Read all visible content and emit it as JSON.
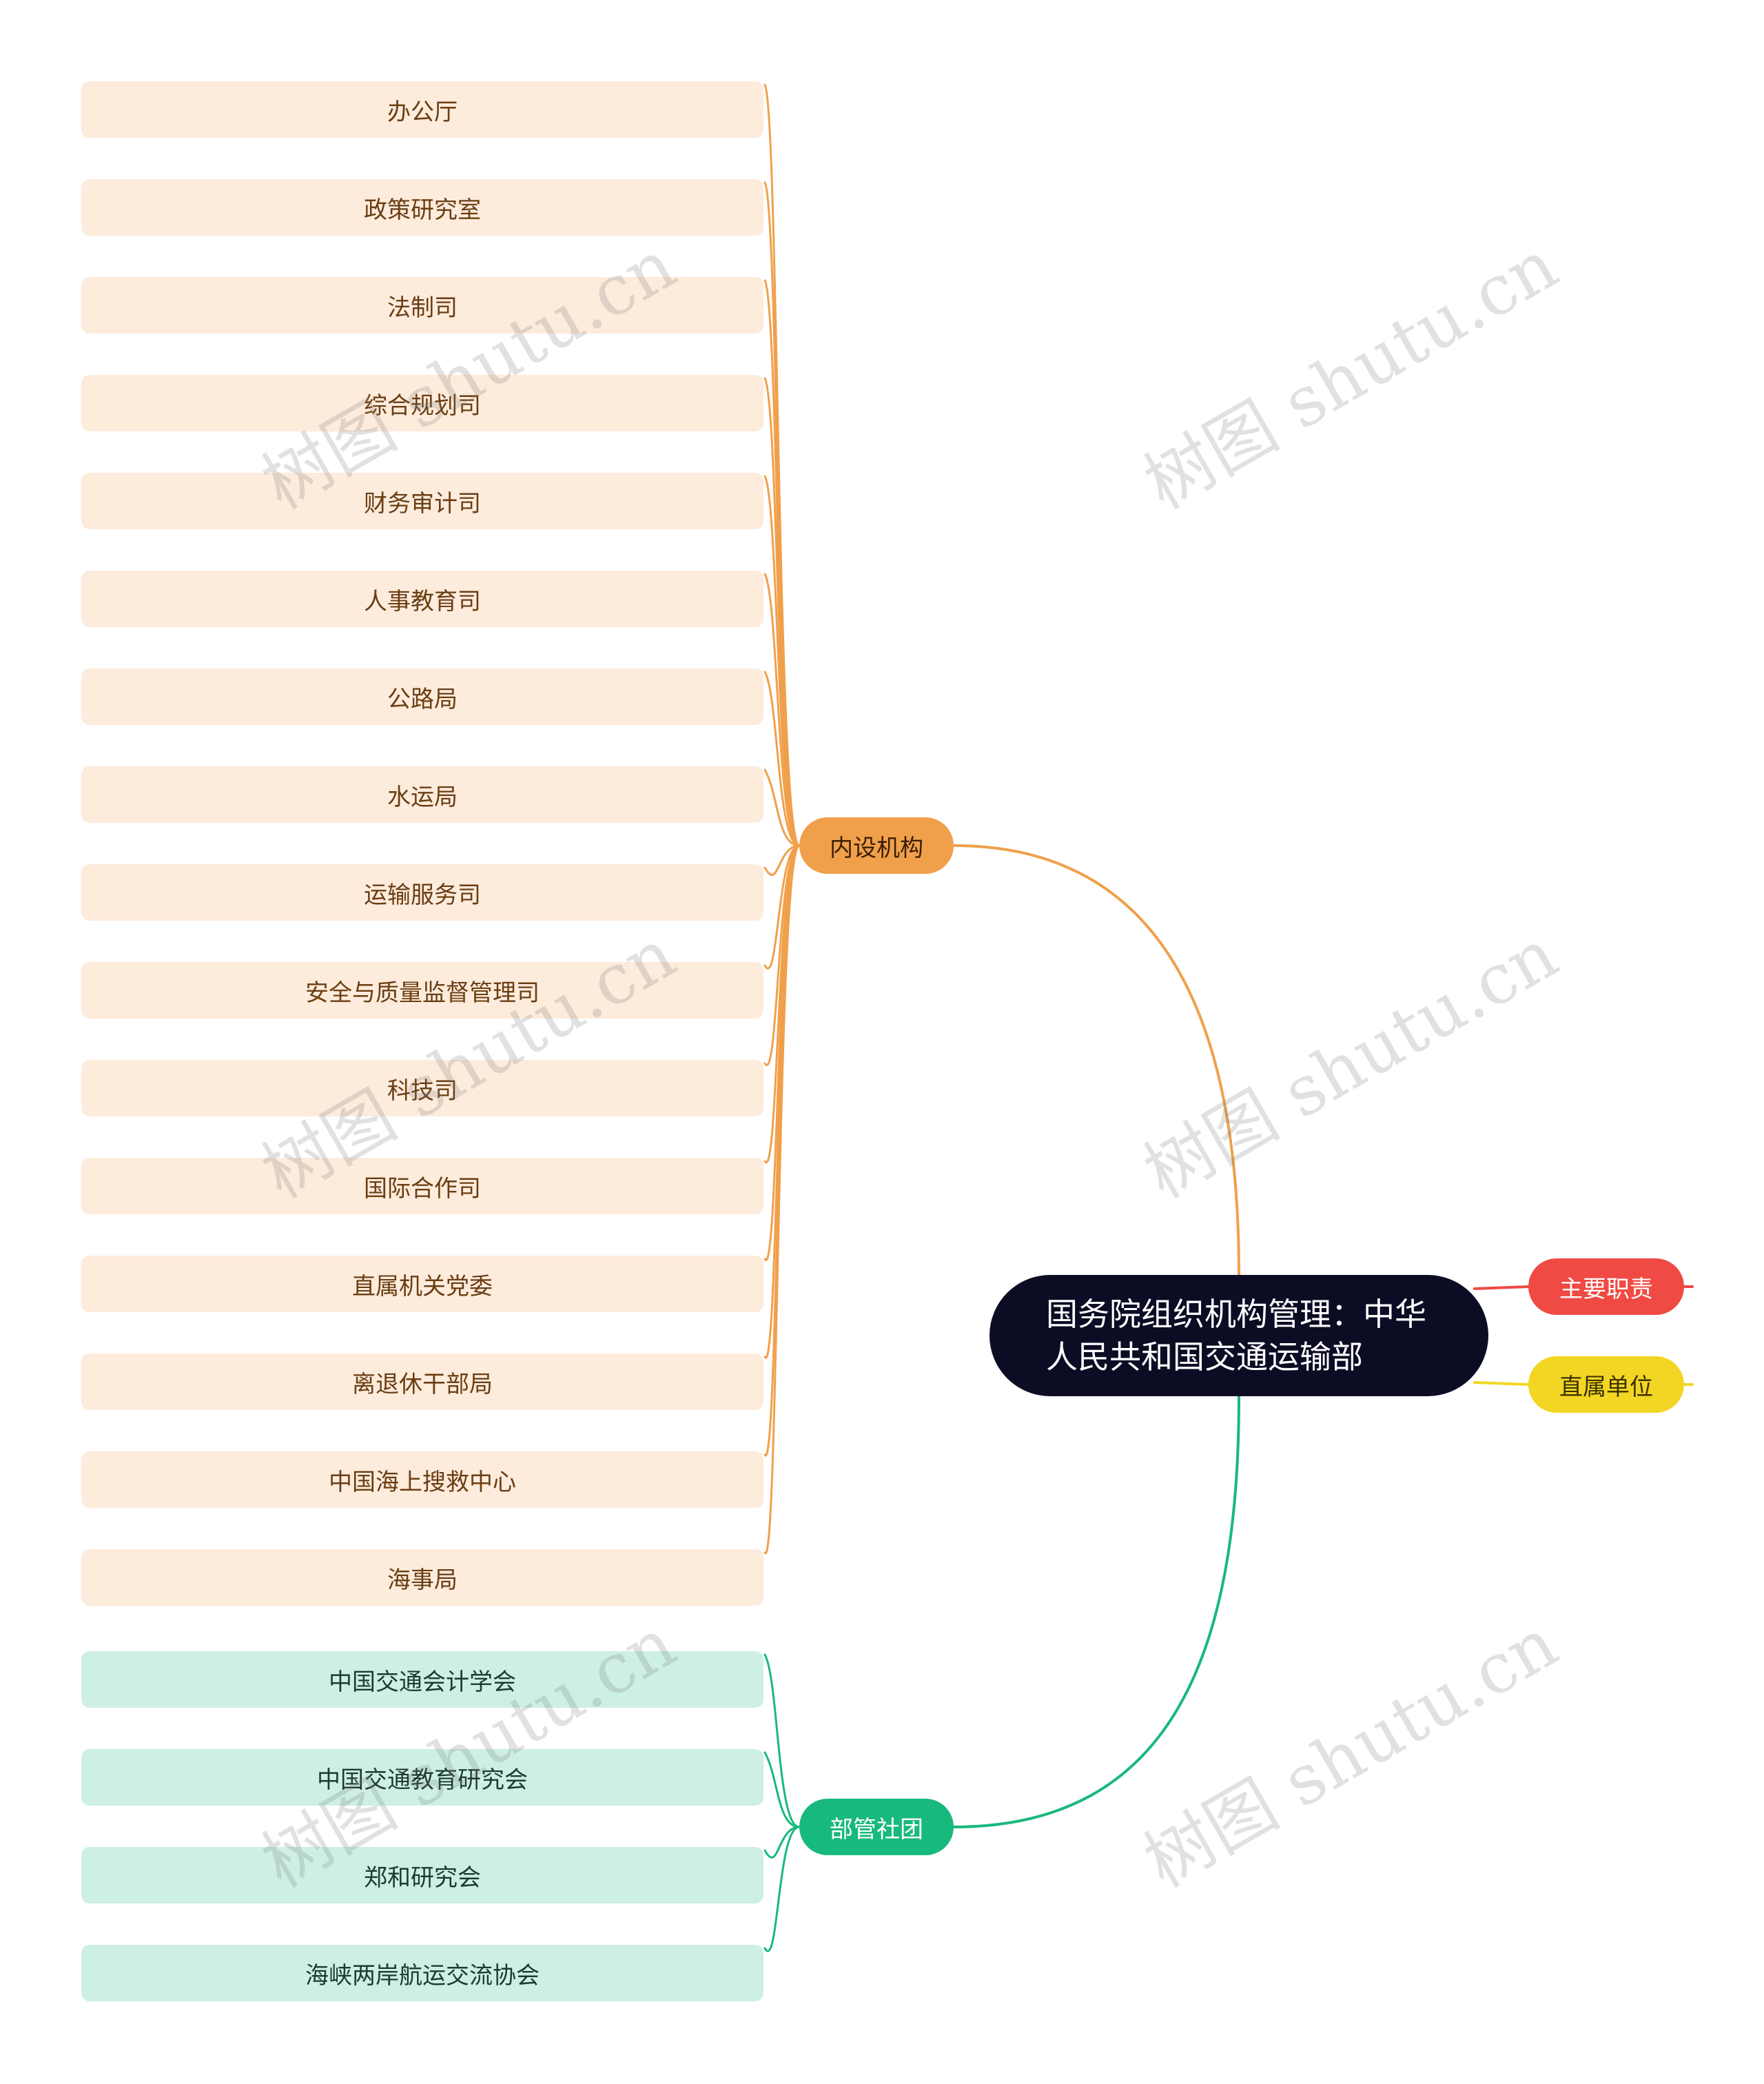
{
  "root": {
    "label": "国务院组织机构管理：中华人民共和国交通运输部"
  },
  "branches": {
    "internal": {
      "label": "内设机构",
      "color": "#f0a04b",
      "items": [
        "办公厅",
        "政策研究室",
        "法制司",
        "综合规划司",
        "财务审计司",
        "人事教育司",
        "公路局",
        "水运局",
        "运输服务司",
        "安全与质量监督管理司",
        "科技司",
        "国际合作司",
        "直属机关党委",
        "离退休干部局",
        "中国海上搜救中心",
        "海事局"
      ]
    },
    "societies": {
      "label": "部管社团",
      "color": "#18b97c",
      "items": [
        "中国交通会计学会",
        "中国交通教育研究会",
        "郑和研究会",
        "海峡两岸航运交流协会"
      ]
    },
    "duties": {
      "label": "主要职责",
      "color": "#ef4a43"
    },
    "units": {
      "label": "直属单位",
      "color": "#f3d624"
    }
  },
  "watermark": "树图 shutu.cn"
}
